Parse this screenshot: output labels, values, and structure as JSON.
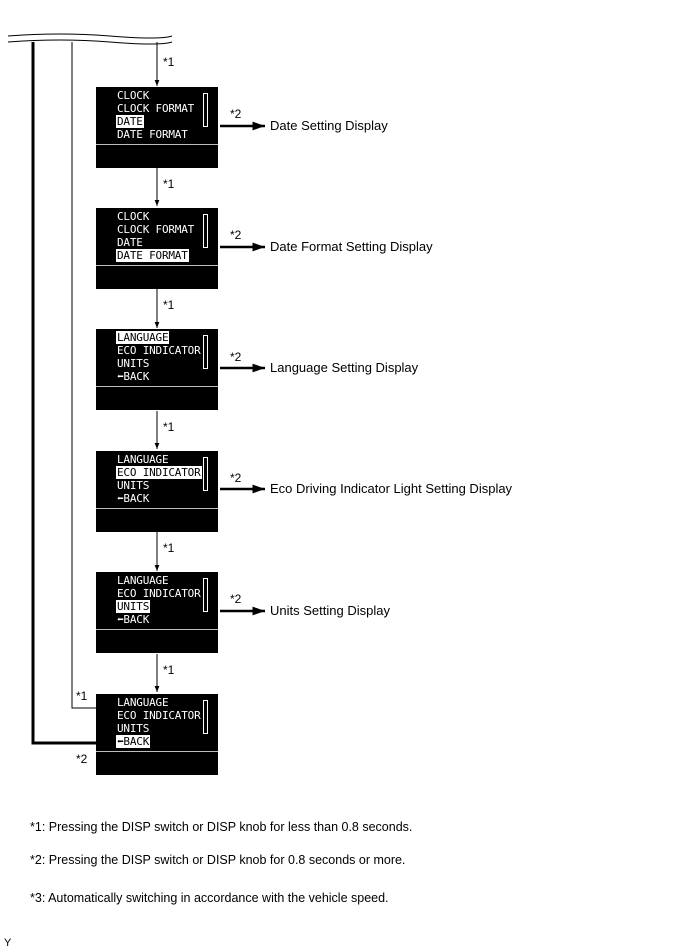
{
  "screens": [
    {
      "items": [
        "CLOCK",
        "CLOCK FORMAT",
        "DATE",
        "DATE FORMAT"
      ],
      "selected": 2
    },
    {
      "items": [
        "CLOCK",
        "CLOCK FORMAT",
        "DATE",
        "DATE FORMAT"
      ],
      "selected": 3
    },
    {
      "items": [
        "LANGUAGE",
        "ECO INDICATOR",
        "UNITS",
        "⬅BACK"
      ],
      "selected": 0
    },
    {
      "items": [
        "LANGUAGE",
        "ECO INDICATOR",
        "UNITS",
        "⬅BACK"
      ],
      "selected": 1
    },
    {
      "items": [
        "LANGUAGE",
        "ECO INDICATOR",
        "UNITS",
        "⬅BACK"
      ],
      "selected": 2
    },
    {
      "items": [
        "LANGUAGE",
        "ECO INDICATOR",
        "UNITS",
        "⬅BACK"
      ],
      "selected": 3
    }
  ],
  "destinations": [
    "Date Setting Display",
    "Date Format Setting Display",
    "Language Setting Display",
    "Eco Driving Indicator Light Setting Display",
    "Units Setting Display"
  ],
  "marks": {
    "short_press": "*1",
    "long_press": "*2"
  },
  "notes": [
    "*1: Pressing the DISP switch or DISP knob for less than 0.8 seconds.",
    "*2: Pressing the DISP switch or DISP knob for 0.8 seconds or more.",
    "*3: Automatically switching in accordance with the vehicle speed."
  ],
  "footer_code": "Y"
}
